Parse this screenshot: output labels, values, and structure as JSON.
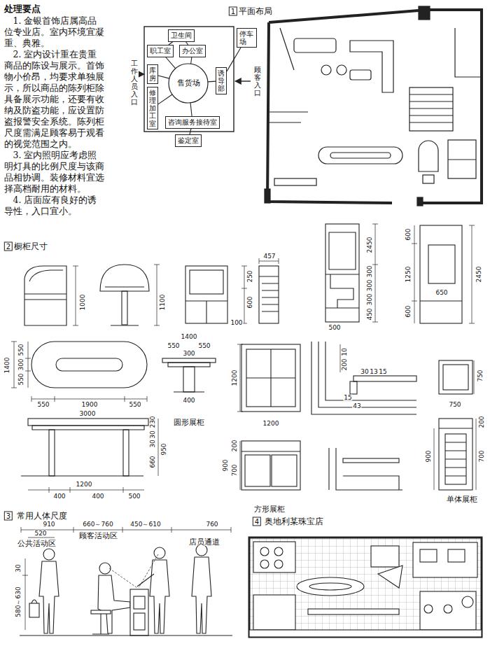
{
  "diagram": {
    "nodes": [
      {
        "text": [
          "卫生间"
        ]
      },
      {
        "text": [
          "停车场"
        ]
      },
      {
        "text": [
          "职工室"
        ]
      },
      {
        "text": [
          "办公室"
        ]
      },
      {
        "text": [
          "库房"
        ]
      },
      {
        "text": [
          "售货场"
        ]
      },
      {
        "text": [
          "诱导部"
        ]
      },
      {
        "text": [
          "修理加工室"
        ]
      },
      {
        "text": [
          "咨询服务接待室"
        ]
      },
      {
        "text": [
          "鉴定室"
        ]
      }
    ],
    "edges": [
      {
        "from": 0,
        "to": 2,
        "arrow": "none"
      },
      {
        "from": 0,
        "to": 3,
        "arrow": "none"
      },
      {
        "from": 2,
        "to": 5,
        "arrow": "none"
      },
      {
        "from": 3,
        "to": 5,
        "arrow": "none"
      },
      {
        "from": 4,
        "to": 5,
        "arrow": "none"
      },
      {
        "from": 7,
        "to": 5,
        "arrow": "none"
      },
      {
        "from": 6,
        "to": 5,
        "arrow": "none"
      },
      {
        "from": 8,
        "to": 5,
        "arrow": "none"
      },
      {
        "from": 8,
        "to": 9,
        "arrow": "none"
      },
      {
        "from": 1,
        "to": 6,
        "arrow": "none"
      }
    ],
    "labels": [
      "处理要点",
      "1. 金银首饰店属高品位专业店。室内环境宜凝重、典雅。",
      "2. 室内设计重在贵重商品的陈设与展示。首饰物小价昂，均要求单独展示，所以商品的陈列柜除具备展示功能，还要有收纳及防盗功能，应设置防盗报警安全系统。陈列柜尺度需满足顾客易于观看的视觉范围之内。",
      "3. 室内照明应考虑照明灯具的比例尺度与该商品相协调。装修材料宜选择高档耐用的材料。",
      "4. 店面应有良好的诱导性，入口宜小。",
      "1",
      "平面布局",
      "工作人员入口",
      "顾客入口",
      "2",
      "橱柜尺寸",
      "1000",
      "1100",
      "457",
      "250",
      "600",
      "100",
      "2450",
      "300",
      "300",
      "300",
      "450",
      "500",
      "600",
      "1250",
      "600",
      "650",
      "2450",
      "1400",
      "550",
      "300",
      "550",
      "550",
      "1900",
      "550",
      "3000",
      "230",
      "30",
      "30",
      "660",
      "950",
      "1200",
      "400",
      "400",
      "500",
      "1400",
      "550",
      "300",
      "550",
      "400",
      "圆形展柜",
      "1200",
      "1200",
      "200",
      "700",
      "900",
      "方形展柜",
      "10",
      "200",
      "30",
      "13",
      "15",
      "15",
      "43",
      "750",
      "750",
      "200",
      "700",
      "900",
      "单体展柜",
      "3",
      "常用人体尺度",
      "910",
      "520",
      "公共活动区",
      "660～760",
      "顾客活动区",
      "450～610",
      "760",
      "店员通道",
      "30",
      "580～630",
      "4",
      "奥地利某珠宝店"
    ]
  }
}
